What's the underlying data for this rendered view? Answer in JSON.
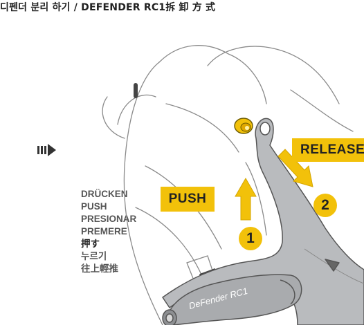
{
  "header": {
    "title": "디펜더 분리 하기 / DEFENDER   RC1拆 卸 方 式"
  },
  "labels": {
    "push_lines": [
      "DRÜCKEN",
      "PUSH",
      "PRESIONAR",
      "PREMERE",
      "押す",
      "누르기",
      "往上輕推"
    ]
  },
  "tags": {
    "push": "PUSH",
    "release": "RELEASE"
  },
  "steps": {
    "one": "1",
    "two": "2"
  },
  "product": {
    "name": "DeFender RC1"
  },
  "colors": {
    "accent": "#f2c10a",
    "part_gray": "#b9bbbe",
    "line": "#7a7a7a"
  },
  "icons": {
    "lead_arrow": "right-arrow-icon"
  }
}
